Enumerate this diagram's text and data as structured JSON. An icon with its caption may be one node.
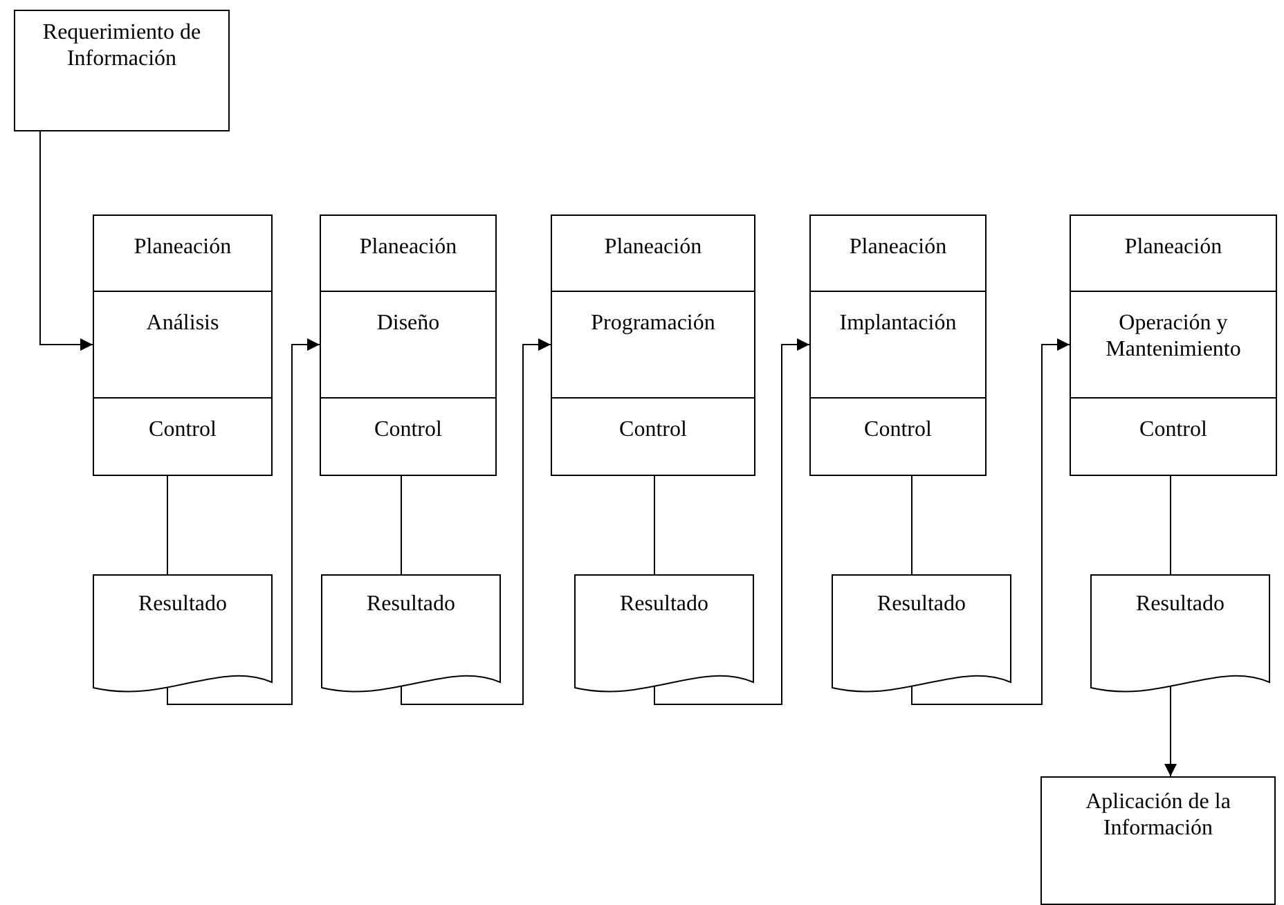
{
  "diagram": {
    "nodes": [
      {
        "text": [
          "Requerimiento de Información"
        ]
      },
      {
        "text": [
          "Planeación"
        ]
      },
      {
        "text": [
          "Análisis"
        ]
      },
      {
        "text": [
          "Control"
        ]
      },
      {
        "text": [
          "Resultado"
        ]
      },
      {
        "text": [
          "Planeación"
        ]
      },
      {
        "text": [
          "Diseño"
        ]
      },
      {
        "text": [
          "Control"
        ]
      },
      {
        "text": [
          "Resultado"
        ]
      },
      {
        "text": [
          "Planeación"
        ]
      },
      {
        "text": [
          "Programación"
        ]
      },
      {
        "text": [
          "Control"
        ]
      },
      {
        "text": [
          "Resultado"
        ]
      },
      {
        "text": [
          "Planeación"
        ]
      },
      {
        "text": [
          "Implantación"
        ]
      },
      {
        "text": [
          "Control"
        ]
      },
      {
        "text": [
          "Resultado"
        ]
      },
      {
        "text": [
          "Planeación"
        ]
      },
      {
        "text": [
          "Operación y Mantenimiento"
        ]
      },
      {
        "text": [
          "Control"
        ]
      },
      {
        "text": [
          "Resultado"
        ]
      },
      {
        "text": [
          "Aplicación de la Información"
        ]
      }
    ],
    "edges": [
      {
        "from": 0,
        "to": 2,
        "arrow": "to"
      },
      {
        "from": 3,
        "to": 4,
        "arrow": "none"
      },
      {
        "from": 4,
        "to": 6,
        "arrow": "to"
      },
      {
        "from": 7,
        "to": 8,
        "arrow": "none"
      },
      {
        "from": 8,
        "to": 10,
        "arrow": "to"
      },
      {
        "from": 11,
        "to": 12,
        "arrow": "none"
      },
      {
        "from": 12,
        "to": 14,
        "arrow": "to"
      },
      {
        "from": 15,
        "to": 16,
        "arrow": "none"
      },
      {
        "from": 16,
        "to": 18,
        "arrow": "to"
      },
      {
        "from": 19,
        "to": 20,
        "arrow": "none"
      },
      {
        "from": 20,
        "to": 21,
        "arrow": "to"
      }
    ]
  }
}
